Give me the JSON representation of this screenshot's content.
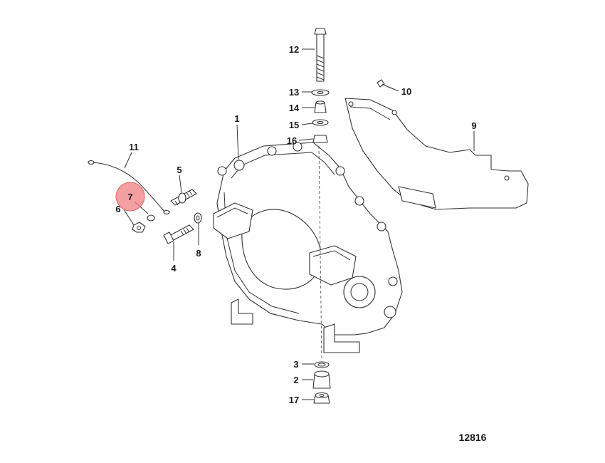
{
  "figure_number": "12816",
  "highlight": {
    "label": "7",
    "color": "#f08080"
  },
  "callouts": [
    "1",
    "2",
    "3",
    "4",
    "5",
    "6",
    "8",
    "9",
    "10",
    "11",
    "12",
    "13",
    "14",
    "15",
    "16",
    "17"
  ]
}
